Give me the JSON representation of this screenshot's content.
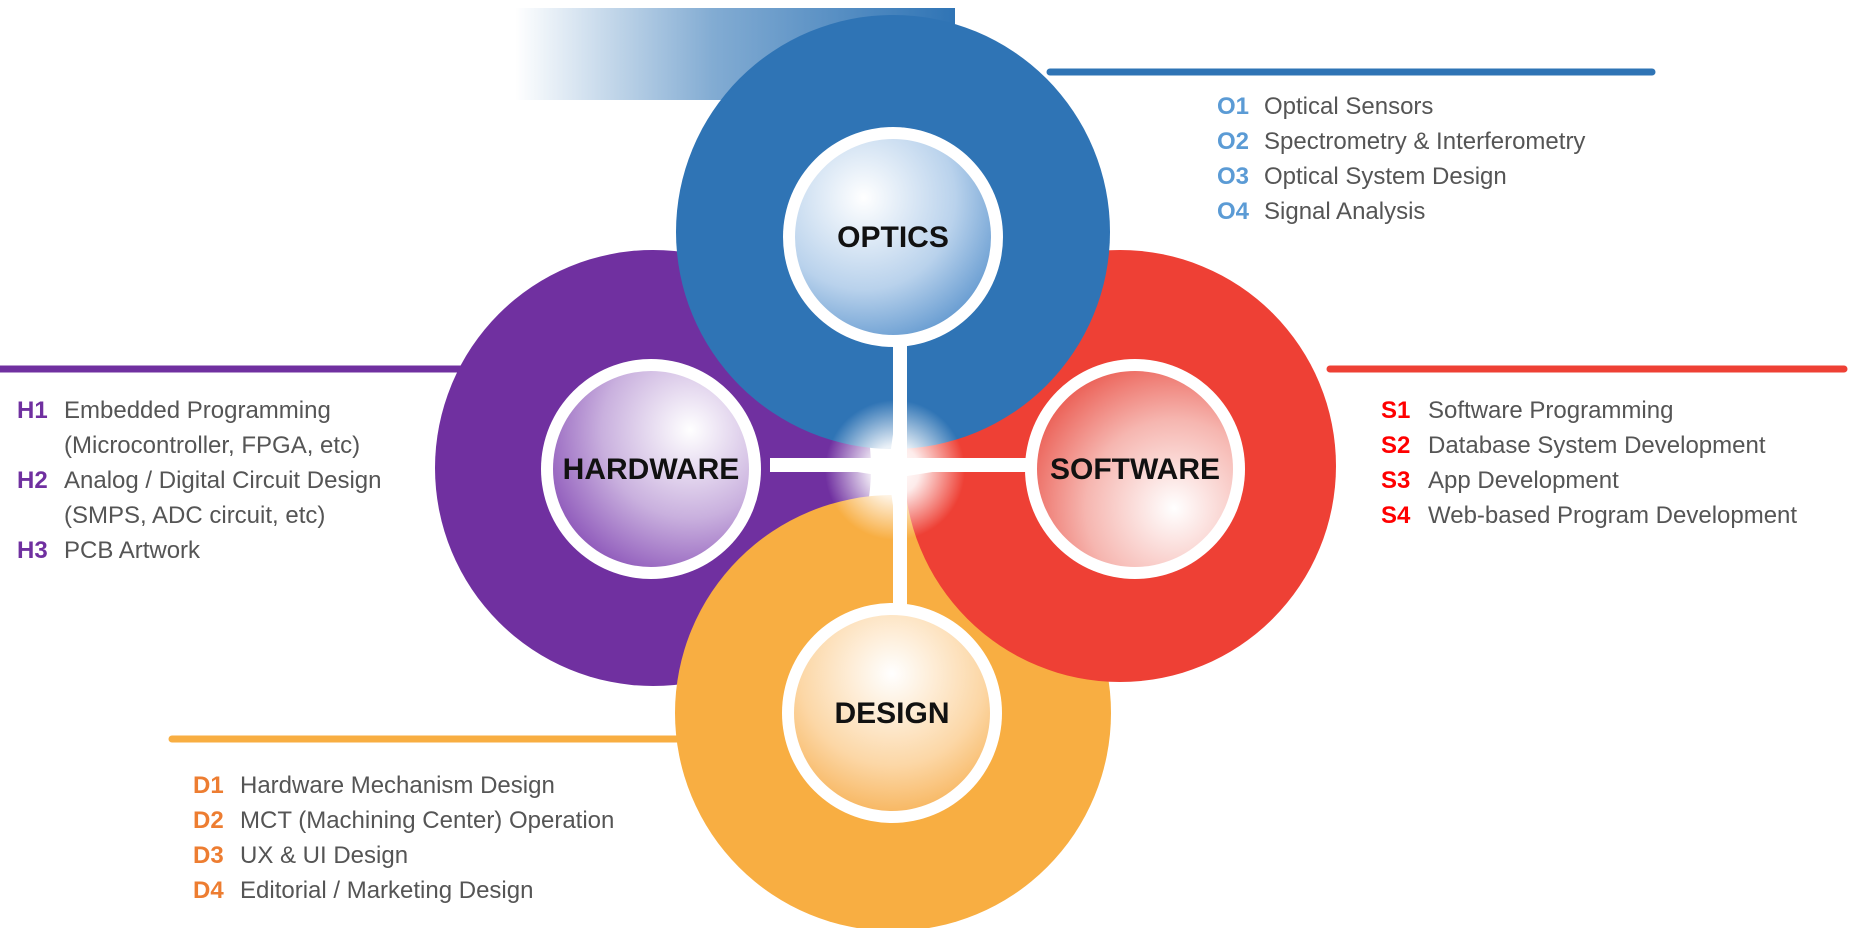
{
  "hubs": {
    "optics": "OPTICS",
    "hardware": "HARDWARE",
    "software": "SOFTWARE",
    "design": "DESIGN"
  },
  "colors": {
    "optics": "#2f74b5",
    "hardware": "#7030a0",
    "software": "#ee4035",
    "design": "#f8ae42",
    "optics_code": "#5b9bd5",
    "hardware_code": "#7030a0",
    "software_code": "#ff0000",
    "design_code": "#ed7d31"
  },
  "optics": {
    "items": [
      {
        "code": "O1",
        "text": "Optical Sensors"
      },
      {
        "code": "O2",
        "text": "Spectrometry & Interferometry"
      },
      {
        "code": "O3",
        "text": "Optical System Design"
      },
      {
        "code": "O4",
        "text": "Signal Analysis"
      }
    ]
  },
  "software": {
    "items": [
      {
        "code": "S1",
        "text": "Software Programming"
      },
      {
        "code": "S2",
        "text": "Database System Development"
      },
      {
        "code": "S3",
        "text": "App Development"
      },
      {
        "code": "S4",
        "text": "Web-based Program Development"
      }
    ]
  },
  "hardware": {
    "items": [
      {
        "code": "H1",
        "text": "Embedded Programming (Microcontroller, FPGA, etc)"
      },
      {
        "code": "H2",
        "text": "Analog / Digital Circuit Design (SMPS, ADC circuit, etc)"
      },
      {
        "code": "H3",
        "text": "PCB Artwork"
      }
    ]
  },
  "design": {
    "items": [
      {
        "code": "D1",
        "text": "Hardware Mechanism Design"
      },
      {
        "code": "D2",
        "text": "MCT (Machining Center) Operation"
      },
      {
        "code": "D3",
        "text": "UX & UI Design"
      },
      {
        "code": "D4",
        "text": "Editorial / Marketing Design"
      }
    ]
  }
}
